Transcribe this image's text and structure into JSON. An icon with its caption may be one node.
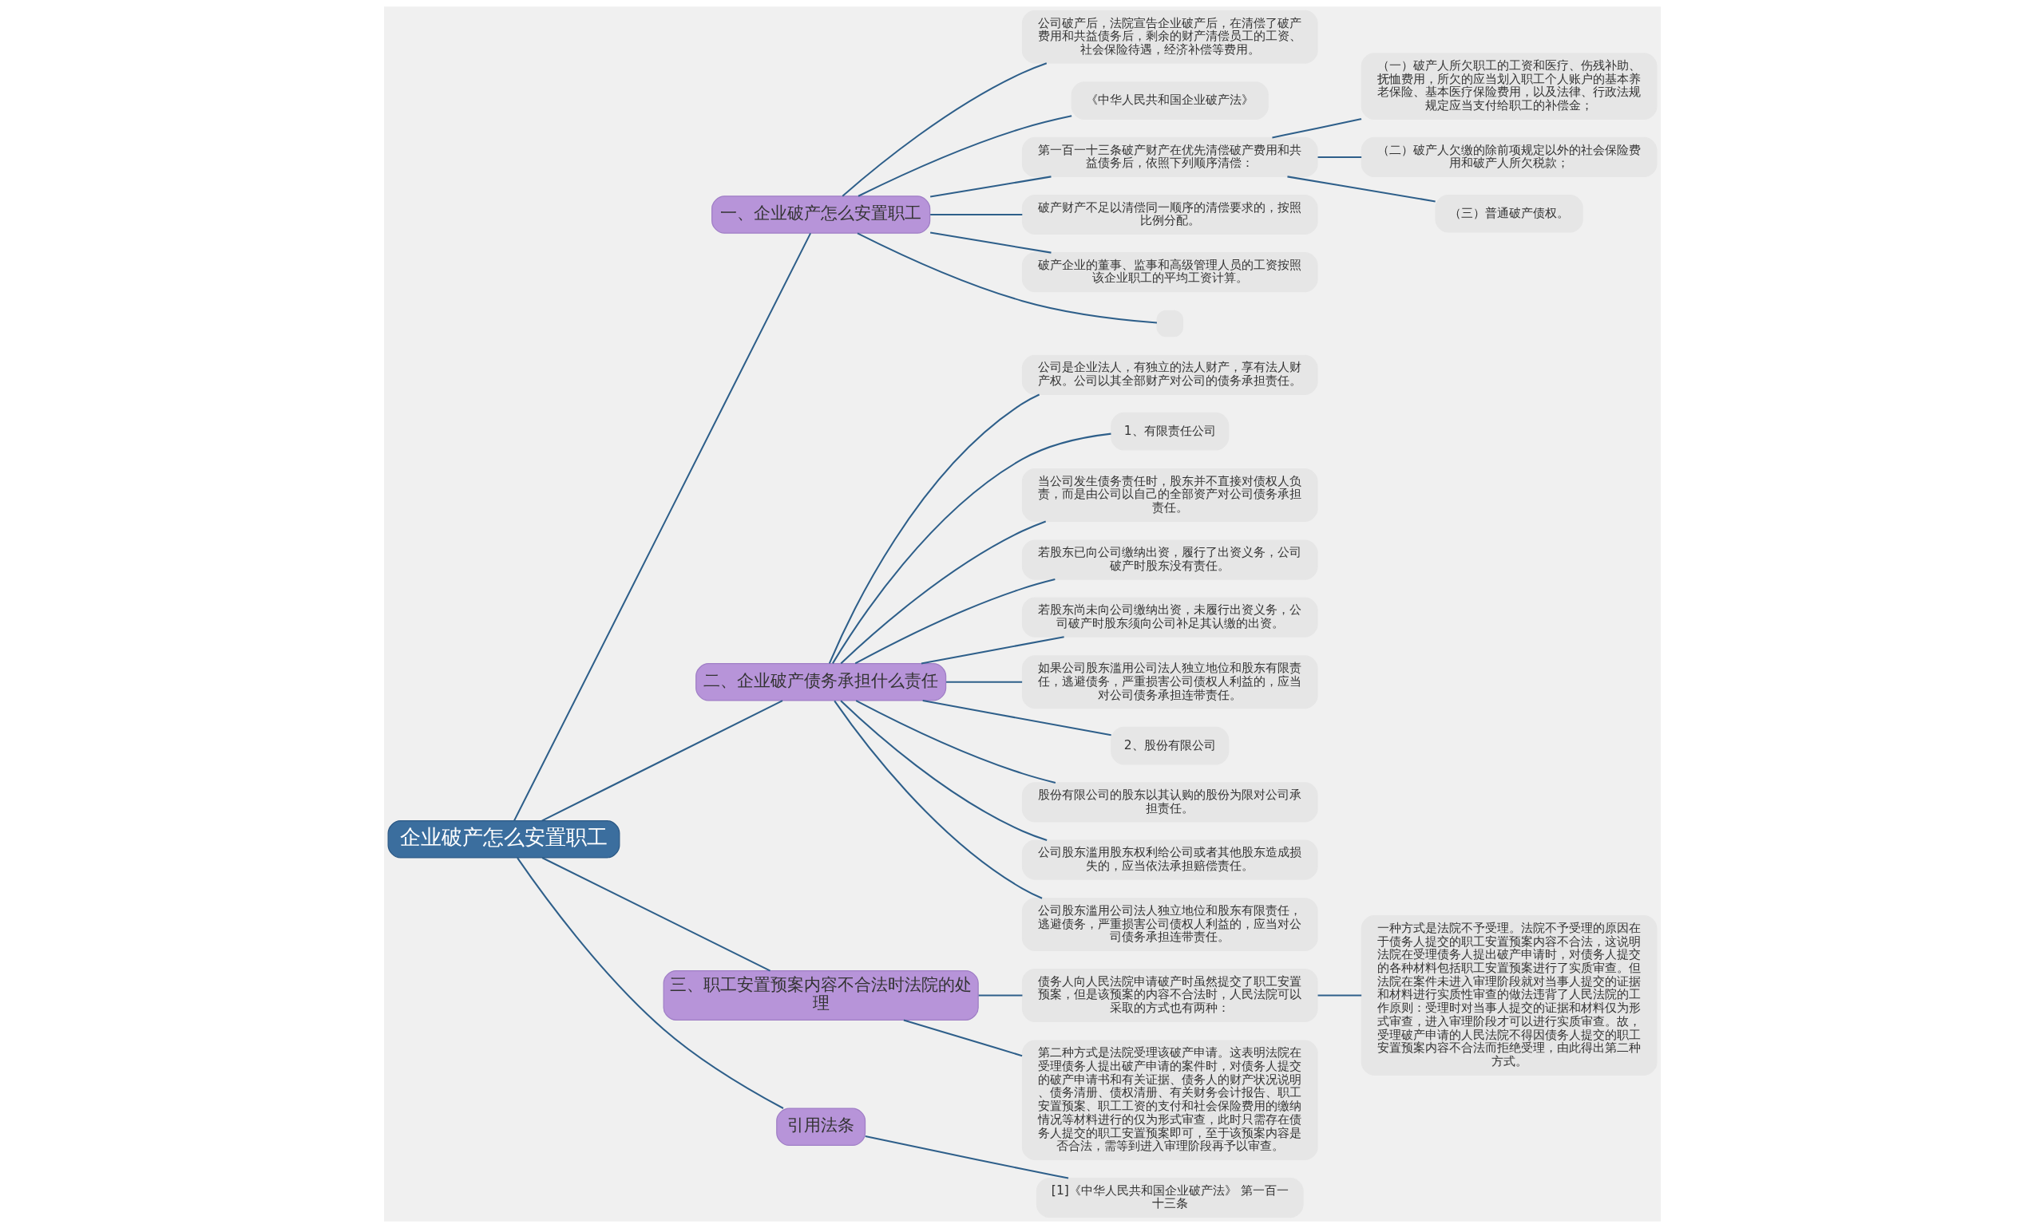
{
  "diagram": {
    "nodes": [
      {
        "text": [
          "企业破产怎么安置职工"
        ]
      },
      {
        "text": [
          "一、企业破产怎么安置职工"
        ]
      },
      {
        "text": [
          "公司破产后，法院宣告企业破产后，在清偿了破产费用和共益债务后，剩余的财产清偿员工的工资、社会保险待遇，经济补偿等费用。"
        ]
      },
      {
        "text": [
          "《中华人民共和国企业破产法》"
        ]
      },
      {
        "text": [
          "第一百一十三条破产财产在优先清偿破产费用和共益债务后，依照下列顺序清偿："
        ]
      },
      {
        "text": [
          "（一）破产人所欠职工的工资和医疗、伤残补助、抚恤费用，所欠的应当划入职工个人账户的基本养老保险、基本医疗保险费用，以及法律、行政法规规定应当支付给职工的补偿金；"
        ]
      },
      {
        "text": [
          "（二）破产人欠缴的除前项规定以外的社会保险费用和破产人所欠税款；"
        ]
      },
      {
        "text": [
          "（三）普通破产债权。"
        ]
      },
      {
        "text": [
          "破产财产不足以清偿同一顺序的清偿要求的，按照比例分配。"
        ]
      },
      {
        "text": [
          "破产企业的董事、监事和高级管理人员的工资按照该企业职工的平均工资计算。"
        ]
      },
      {
        "text": [],
        "shape": "box"
      },
      {
        "text": [
          "二、企业破产债务承担什么责任"
        ]
      },
      {
        "text": [
          "公司是企业法人，有独立的法人财产，享有法人财产权。公司以其全部财产对公司的债务承担责任。"
        ]
      },
      {
        "text": [
          "1、有限责任公司"
        ]
      },
      {
        "text": [
          "当公司发生债务责任时，股东并不直接对债权人负责，而是由公司以自己的全部资产对公司债务承担责任。"
        ]
      },
      {
        "text": [
          "若股东已向公司缴纳出资，履行了出资义务，公司破产时股东没有责任。"
        ]
      },
      {
        "text": [
          "若股东尚未向公司缴纳出资，未履行出资义务，公司破产时股东须向公司补足其认缴的出资。"
        ]
      },
      {
        "text": [
          "如果公司股东滥用公司法人独立地位和股东有限责任，逃避债务，严重损害公司债权人利益的，应当对公司债务承担连带责任。"
        ]
      },
      {
        "text": [
          "2、股份有限公司"
        ]
      },
      {
        "text": [
          "股份有限公司的股东以其认购的股份为限对公司承担责任。"
        ]
      },
      {
        "text": [
          "公司股东滥用股东权利给公司或者其他股东造成损失的，应当依法承担赔偿责任。"
        ]
      },
      {
        "text": [
          "公司股东滥用公司法人独立地位和股东有限责任，逃避债务，严重损害公司债权人利益的，应当对公司债务承担连带责任。"
        ]
      },
      {
        "text": [
          "三、职工安置预案内容不合法时法院的处理"
        ]
      },
      {
        "text": [
          "债务人向人民法院申请破产时虽然提交了职工安置预案，但是该预案的内容不合法时，人民法院可以采取的方式也有两种："
        ]
      },
      {
        "text": [
          "一种方式是法院不予受理。法院不予受理的原因在于债务人提交的职工安置预案内容不合法，这说明法院在受理债务人提出破产申请时，对债务人提交的各种材料包括职工安置预案进行了实质审查。但法院在案件未进入审理阶段就对当事人提交的证据和材料进行实质性审查的做法违背了人民法院的工作原则：受理时对当事人提交的证据和材料仅为形式审查，进入审理阶段才可以进行实质审查。故，受理破产申请的人民法院不得因债务人提交的职工安置预案内容不合法而拒绝受理，由此得出第二种方式。"
        ]
      },
      {
        "text": [
          "第二种方式是法院受理该破产申请。这表明法院在受理债务人提出破产申请的案件时，对债务人提交的破产申请书和有关证据、债务人的财产状况说明、债务清册、债权清册、有关财务会计报告、职工安置预案、职工工资的支付和社会保险费用的缴纳情况等材料进行的仅为形式审查，此时只需存在债务人提交的职工安置预案即可，至于该预案内容是否合法，需等到进入审理阶段再予以审查。"
        ]
      },
      {
        "text": [
          "引用法条"
        ]
      },
      {
        "text": [
          "[1]《中华人民共和国企业破产法》 第一百一十三条"
        ]
      }
    ],
    "edges": [
      {
        "from": 0,
        "to": 1,
        "arrow": "none"
      },
      {
        "from": 1,
        "to": 2,
        "arrow": "none"
      },
      {
        "from": 1,
        "to": 3,
        "arrow": "none"
      },
      {
        "from": 1,
        "to": 4,
        "arrow": "none"
      },
      {
        "from": 4,
        "to": 5,
        "arrow": "none"
      },
      {
        "from": 4,
        "to": 6,
        "arrow": "none"
      },
      {
        "from": 4,
        "to": 7,
        "arrow": "none"
      },
      {
        "from": 1,
        "to": 8,
        "arrow": "none"
      },
      {
        "from": 1,
        "to": 9,
        "arrow": "none"
      },
      {
        "from": 1,
        "to": 10,
        "arrow": "none"
      },
      {
        "from": 0,
        "to": 11,
        "arrow": "none"
      },
      {
        "from": 11,
        "to": 12,
        "arrow": "none"
      },
      {
        "from": 11,
        "to": 13,
        "arrow": "none"
      },
      {
        "from": 11,
        "to": 14,
        "arrow": "none"
      },
      {
        "from": 11,
        "to": 15,
        "arrow": "none"
      },
      {
        "from": 11,
        "to": 16,
        "arrow": "none"
      },
      {
        "from": 11,
        "to": 17,
        "arrow": "none"
      },
      {
        "from": 11,
        "to": 18,
        "arrow": "none"
      },
      {
        "from": 11,
        "to": 19,
        "arrow": "none"
      },
      {
        "from": 11,
        "to": 20,
        "arrow": "none"
      },
      {
        "from": 11,
        "to": 21,
        "arrow": "none"
      },
      {
        "from": 0,
        "to": 22,
        "arrow": "none"
      },
      {
        "from": 22,
        "to": 23,
        "arrow": "none"
      },
      {
        "from": 23,
        "to": 24,
        "arrow": "none"
      },
      {
        "from": 22,
        "to": 25,
        "arrow": "none"
      },
      {
        "from": 0,
        "to": 26,
        "arrow": "none"
      },
      {
        "from": 26,
        "to": 27,
        "arrow": "none"
      }
    ]
  }
}
